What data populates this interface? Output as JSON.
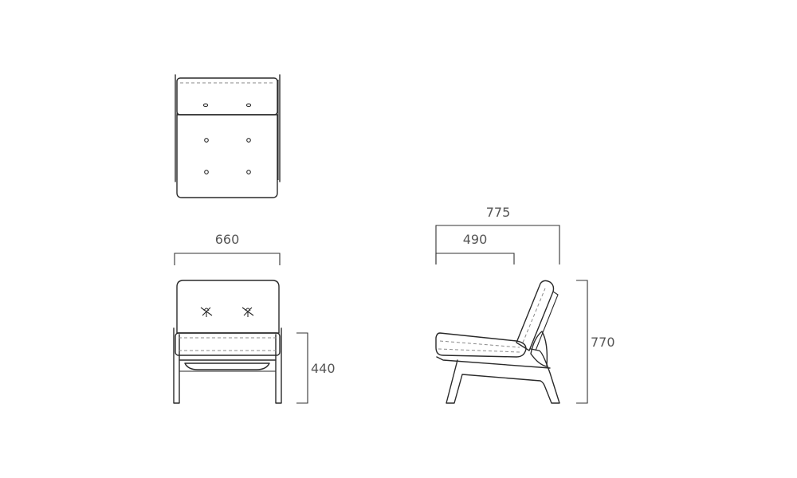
{
  "dimensions": {
    "front_width": "660",
    "seat_height": "440",
    "side_depth_overall": "775",
    "side_depth_seat": "490",
    "side_height": "770"
  },
  "colors": {
    "line": "#2a2a2a",
    "dashed_stitch": "#8a8a8a",
    "dimension_text": "#555555"
  }
}
